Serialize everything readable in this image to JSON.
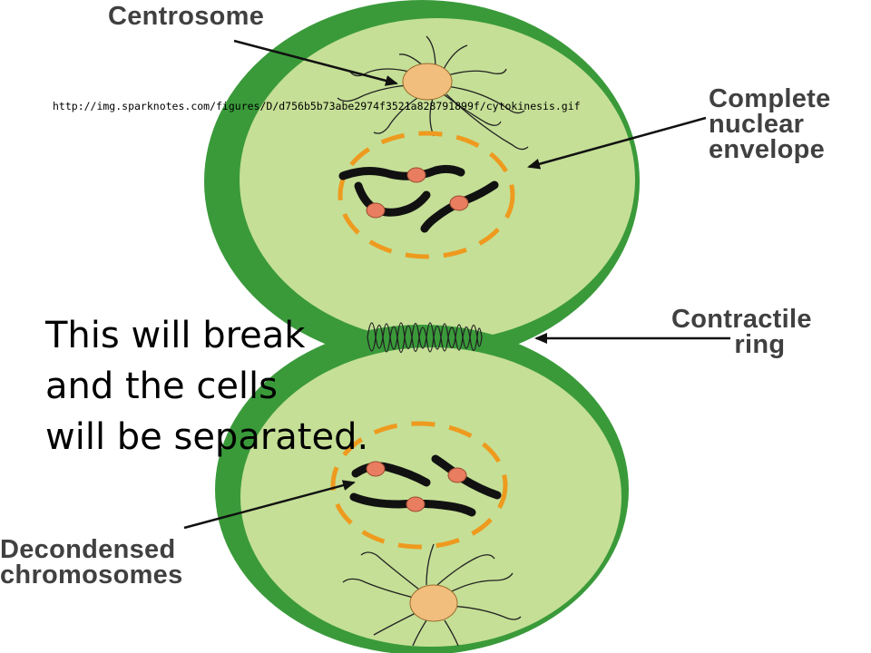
{
  "labels": {
    "centrosome": "Centrosome",
    "nuclear_envelope": [
      "Complete",
      "nuclear",
      "envelope"
    ],
    "contractile_ring": [
      "Contractile",
      "ring"
    ],
    "decondensed_chromosomes": [
      "Decondensed",
      "chromosomes"
    ]
  },
  "source_url": "http://img.sparknotes.com/figures/D/d756b5b73abe2974f3521a828791899f/cytokinesis.gif",
  "caption": [
    "This will break",
    "and the cells",
    "will be separated."
  ],
  "colors": {
    "cell_wall": "#3a9a3a",
    "cytoplasm": "#c5df96",
    "nuclear_envelope": "#ee9a1e",
    "centrosome": "#f2be7d",
    "centromere": "#e87d60",
    "chromosome": "#111111",
    "label_text": "#404040"
  }
}
